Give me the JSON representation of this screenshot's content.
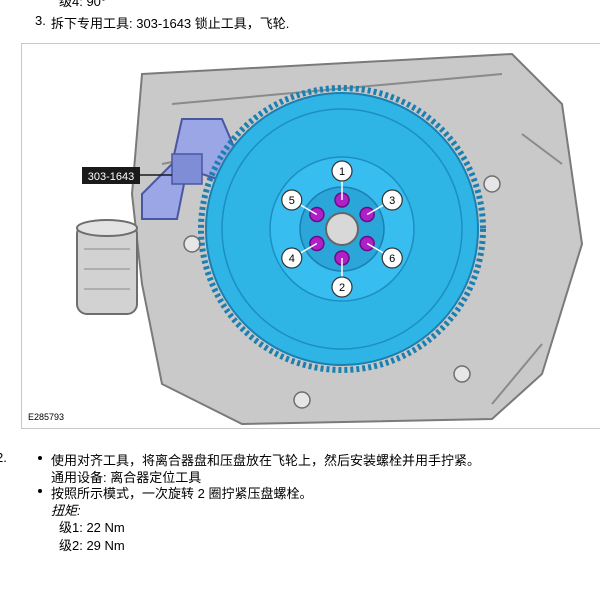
{
  "top_fragment": "级4:  90°",
  "step3": {
    "number": "3.",
    "text": "拆下专用工具: 303-1643  锁止工具，飞轮."
  },
  "figure": {
    "tool_label": "303-1643",
    "figure_id": "E285793",
    "bolt_numbers": [
      "1",
      "2",
      "3",
      "4",
      "5",
      "6"
    ],
    "colors": {
      "flywheel": "#2fb4e6",
      "bolts": "#b020c8",
      "tool": "#9aa6e6"
    }
  },
  "step2": {
    "number": "2.",
    "bullets": [
      {
        "text": "使用对齐工具，将离合器盘和压盘放在飞轮上，然后安装螺栓并用手拧紧。",
        "sub": "通用设备: 离合器定位工具"
      },
      {
        "text": "按照所示模式，一次旋转 2 圈拧紧压盘螺栓。"
      }
    ],
    "torque_label": "扭矩:",
    "stages": [
      "级1:  22 Nm",
      "级2:  29 Nm"
    ]
  }
}
